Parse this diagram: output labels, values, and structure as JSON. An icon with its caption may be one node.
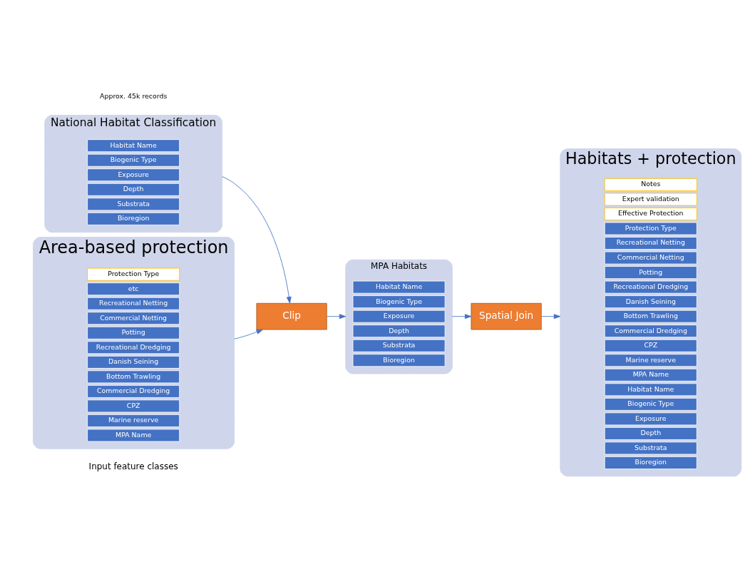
{
  "diagram": {
    "nodes": [
      {
        "text": [
          "National Habitat Classification"
        ],
        "beside": [
          "Approx. 45k records"
        ]
      },
      {
        "text": [
          "Bioregion"
        ],
        "in": 0
      },
      {
        "text": [
          "Substrata"
        ],
        "in": 0
      },
      {
        "text": [
          "Depth"
        ],
        "in": 0
      },
      {
        "text": [
          "Exposure"
        ],
        "in": 0
      },
      {
        "text": [
          "Biogenic Type"
        ],
        "in": 0
      },
      {
        "text": [
          "Habitat Name"
        ],
        "in": 0
      },
      {
        "text": [
          "Area-based protection"
        ]
      },
      {
        "text": [
          "MPA Name"
        ],
        "in": 7
      },
      {
        "text": [
          "Marine reserve"
        ],
        "in": 7
      },
      {
        "text": [
          "CPZ"
        ],
        "in": 7
      },
      {
        "text": [
          "Commercial Dredging"
        ],
        "in": 7
      },
      {
        "text": [
          "Bottom Trawling"
        ],
        "in": 7
      },
      {
        "text": [
          "Danish Seining"
        ],
        "in": 7
      },
      {
        "text": [
          "Recreational Dredging"
        ],
        "in": 7
      },
      {
        "text": [
          "Potting"
        ],
        "in": 7
      },
      {
        "text": [
          "Commercial Netting"
        ],
        "in": 7
      },
      {
        "text": [
          "Recreational Netting"
        ],
        "in": 7
      },
      {
        "text": [
          "etc"
        ],
        "in": 7
      },
      {
        "text": [
          "Protection Type"
        ],
        "in": 7
      },
      {
        "text": [
          "Clip"
        ]
      },
      {
        "text": [
          "MPA Habitats"
        ]
      },
      {
        "text": [
          "Bioregion"
        ],
        "in": 21
      },
      {
        "text": [
          "Substrata"
        ],
        "in": 21
      },
      {
        "text": [
          "Depth"
        ],
        "in": 21
      },
      {
        "text": [
          "Exposure"
        ],
        "in": 21
      },
      {
        "text": [
          "Biogenic Type"
        ],
        "in": 21
      },
      {
        "text": [
          "Habitat Name"
        ],
        "in": 21
      },
      {
        "text": [
          "Spatial Join"
        ]
      },
      {
        "text": [
          "Habitats + protection"
        ]
      },
      {
        "text": [
          "Bioregion"
        ],
        "in": 29
      },
      {
        "text": [
          "Substrata"
        ],
        "in": 29
      },
      {
        "text": [
          "Depth"
        ],
        "in": 29
      },
      {
        "text": [
          "Exposure"
        ],
        "in": 29
      },
      {
        "text": [
          "Biogenic Type"
        ],
        "in": 29
      },
      {
        "text": [
          "Habitat Name"
        ],
        "in": 29
      },
      {
        "text": [
          "MPA Name"
        ],
        "in": 29
      },
      {
        "text": [
          "Marine reserve"
        ],
        "in": 29
      },
      {
        "text": [
          "CPZ"
        ],
        "in": 29
      },
      {
        "text": [
          "Commercial Dredging"
        ],
        "in": 29
      },
      {
        "text": [
          "Bottom Trawling"
        ],
        "in": 29
      },
      {
        "text": [
          "Danish Seining"
        ],
        "in": 29
      },
      {
        "text": [
          "Recreational Dredging"
        ],
        "in": 29
      },
      {
        "text": [
          "Potting"
        ],
        "in": 29
      },
      {
        "text": [
          "Commercial Netting"
        ],
        "in": 29
      },
      {
        "text": [
          "Recreational Netting"
        ],
        "in": 29
      },
      {
        "text": [
          "Protection Type"
        ],
        "in": 29
      },
      {
        "text": [
          "Effective Protection"
        ],
        "in": 29
      },
      {
        "text": [
          "Expert validation"
        ],
        "in": 29
      },
      {
        "text": [
          "Notes"
        ],
        "in": 29
      }
    ],
    "edges": [
      {
        "from": 0,
        "to": 20,
        "arrow": "to"
      },
      {
        "from": 7,
        "to": 20,
        "arrow": "to"
      },
      {
        "from": 20,
        "to": 21,
        "arrow": "to"
      },
      {
        "from": 21,
        "to": 28,
        "arrow": "to"
      },
      {
        "from": 28,
        "to": 29,
        "arrow": "to"
      }
    ],
    "labels": [
      "Input feature classes"
    ]
  }
}
